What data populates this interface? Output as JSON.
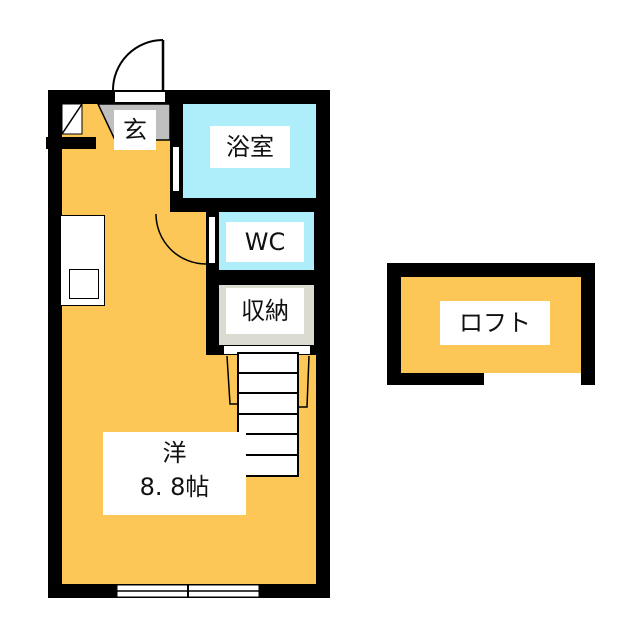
{
  "rooms": {
    "entrance": "玄",
    "bath": "浴室",
    "wc": "WC",
    "storage": "収納",
    "western": "洋",
    "western_size": "8. 8帖",
    "loft": "ロフト"
  },
  "colors": {
    "room": "#fcc757",
    "wet": "#aeeefa",
    "entrance": "#bfbfbf",
    "storage": "#dcdbd2",
    "wall": "#000000"
  }
}
